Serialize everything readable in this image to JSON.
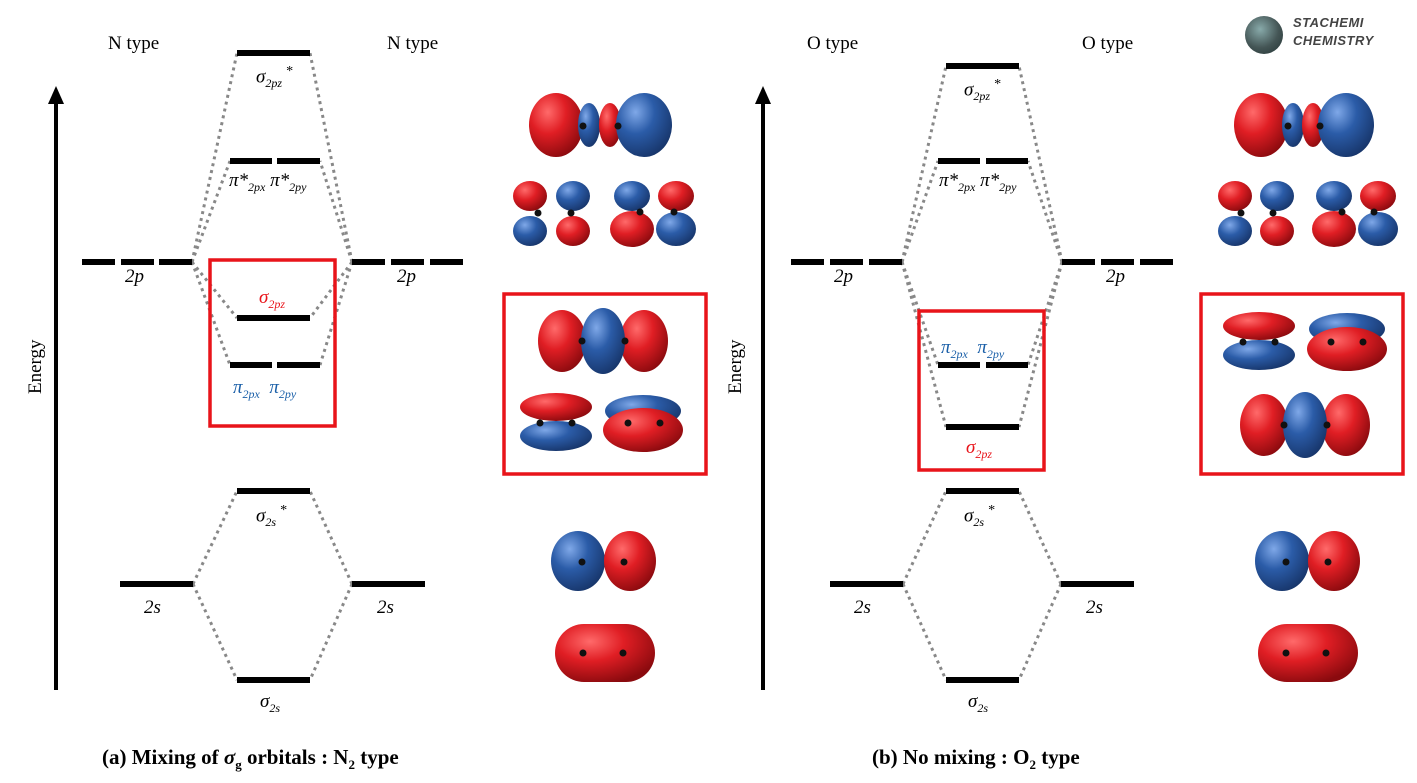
{
  "diagram_a": {
    "left_atom": "N type",
    "right_atom": "N type",
    "axis_label": "Energy",
    "levels": {
      "sigma_2pz_star": "σ2pz*",
      "pi_star": "π*2px π*2py",
      "atomic_2p": "2p",
      "sigma_2pz": "σ2pz",
      "pi": "π2px π2py",
      "sigma_2s_star": "σ2s*",
      "atomic_2s": "2s",
      "sigma_2s": "σ2s"
    },
    "caption": "(a) Mixing of σg orbitals : N2 type"
  },
  "diagram_b": {
    "left_atom": "O type",
    "right_atom": "O type",
    "axis_label": "Energy",
    "levels": {
      "sigma_2pz_star": "σ2pz*",
      "pi_star": "π*2px π*2py",
      "atomic_2p": "2p",
      "pi": "π2px π2py",
      "sigma_2pz": "σ2pz",
      "sigma_2s_star": "σ2s*",
      "atomic_2s": "2s",
      "sigma_2s": "σ2s"
    },
    "caption": "(b) No mixing : O2 type"
  },
  "brand": {
    "line1": "STACHEMI",
    "line2": "CHEMISTRY"
  },
  "colors": {
    "level": "#000000",
    "highlight": "#e8141a",
    "sigma_label": "#e8141a",
    "pi_label": "#1a5fa8",
    "lobe_red": "#e01e24",
    "lobe_blue": "#2b5ca8",
    "connector": "#888888"
  }
}
